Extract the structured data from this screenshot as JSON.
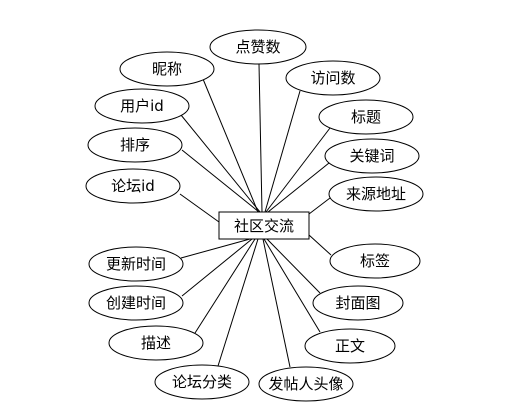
{
  "entity": {
    "label": "社区交流"
  },
  "attributes": [
    {
      "key": "nickname",
      "label": "昵称"
    },
    {
      "key": "likes",
      "label": "点赞数"
    },
    {
      "key": "visits",
      "label": "访问数"
    },
    {
      "key": "title",
      "label": "标题"
    },
    {
      "key": "keywords",
      "label": "关键词"
    },
    {
      "key": "source",
      "label": "来源地址"
    },
    {
      "key": "user_id",
      "label": "用户id"
    },
    {
      "key": "sort",
      "label": "排序"
    },
    {
      "key": "forum_id",
      "label": "论坛id"
    },
    {
      "key": "updated",
      "label": "更新时间"
    },
    {
      "key": "created",
      "label": "创建时间"
    },
    {
      "key": "desc",
      "label": "描述"
    },
    {
      "key": "category",
      "label": "论坛分类"
    },
    {
      "key": "avatar",
      "label": "发帖人头像"
    },
    {
      "key": "body",
      "label": "正文"
    },
    {
      "key": "cover",
      "label": "封面图"
    },
    {
      "key": "tags",
      "label": "标签"
    }
  ]
}
